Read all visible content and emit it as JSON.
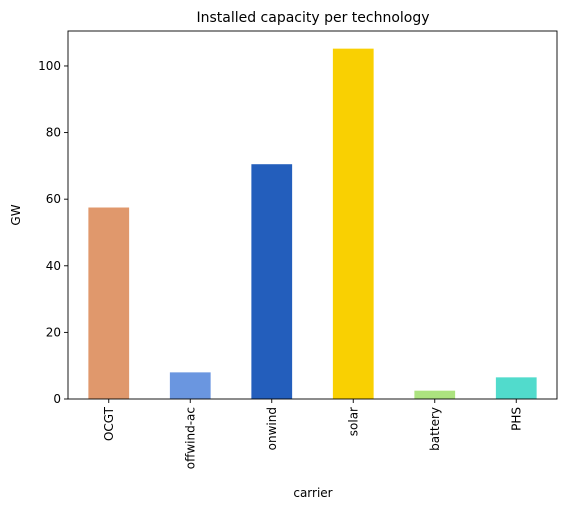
{
  "chart_data": {
    "type": "bar",
    "title": "Installed capacity per technology",
    "xlabel": "carrier",
    "ylabel": "GW",
    "categories": [
      "OCGT",
      "offwind-ac",
      "onwind",
      "solar",
      "battery",
      "PHS"
    ],
    "values": [
      57.5,
      8,
      70.5,
      105.2,
      2.5,
      6.5
    ],
    "colors": [
      "#e0986c",
      "#6a96e0",
      "#235ebc",
      "#f9d002",
      "#ace37f",
      "#51dbcc"
    ],
    "ylim": [
      0,
      110.5
    ],
    "yticks": [
      0,
      20,
      40,
      60,
      80,
      100
    ],
    "grid": false,
    "legend": false
  }
}
